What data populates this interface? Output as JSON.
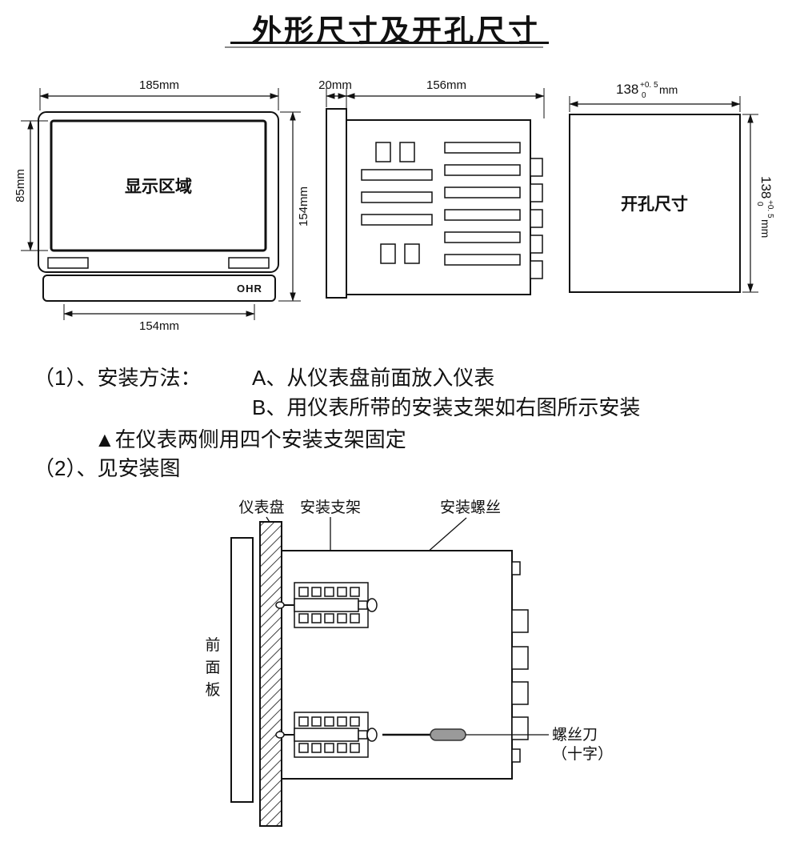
{
  "title": "外形尺寸及开孔尺寸",
  "colors": {
    "line": "#111111",
    "handle_fill": "#9a9a9a"
  },
  "front_view": {
    "width_dim": "185mm",
    "display_height_dim": "85mm",
    "height_dim": "154mm",
    "bottom_width_dim": "154mm",
    "display_label": "显示区域",
    "logo": "OHR"
  },
  "side_view": {
    "bezel_depth_dim": "20mm",
    "body_depth_dim": "156mm"
  },
  "cutout_view": {
    "label": "开孔尺寸",
    "top_dim": {
      "value": "138",
      "tol_upper": "+0. 5",
      "tol_lower": "0",
      "unit": "mm"
    },
    "right_dim": {
      "value": "138",
      "tol_upper": "+0. 5",
      "tol_lower": "0",
      "unit": "mm"
    }
  },
  "instructions": {
    "item1_label": "（1）、安装方法：",
    "item1_a": "A、从仪表盘前面放入仪表",
    "item1_b": "B、用仪表所带的安装支架如右图所示安装",
    "note": "▲在仪表两侧用四个安装支架固定",
    "item2": "（2）、见安装图"
  },
  "install_diagram": {
    "panel_label": "仪表盘",
    "bracket_label": "安装支架",
    "screw_label": "安装螺丝",
    "front_panel_chars": [
      "前",
      "面",
      "板"
    ],
    "screwdriver_label_line1": "螺丝刀",
    "screwdriver_label_line2": "（十字）"
  }
}
